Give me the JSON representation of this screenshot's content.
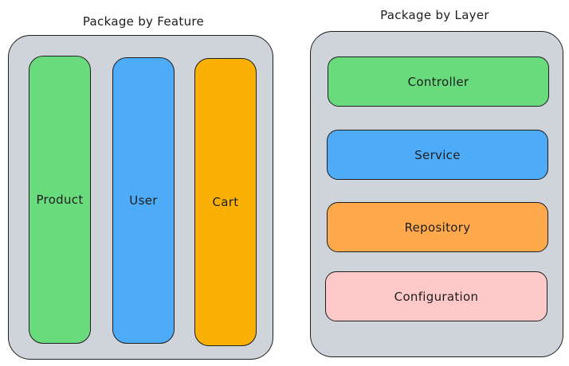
{
  "feature": {
    "title": "Package by Feature",
    "columns": [
      {
        "label": "Product",
        "color": "#69db7c"
      },
      {
        "label": "User",
        "color": "#4dabf7"
      },
      {
        "label": "Cart",
        "color": "#fab005"
      }
    ]
  },
  "layer": {
    "title": "Package by Layer",
    "rows": [
      {
        "label": "Controller",
        "color": "#69db7c"
      },
      {
        "label": "Service",
        "color": "#4dabf7"
      },
      {
        "label": "Repository",
        "color": "#ffa94d"
      },
      {
        "label": "Configuration",
        "color": "#ffc9c9"
      }
    ]
  },
  "colors": {
    "panel": "#ced4da",
    "stroke": "#1e1e1e"
  }
}
